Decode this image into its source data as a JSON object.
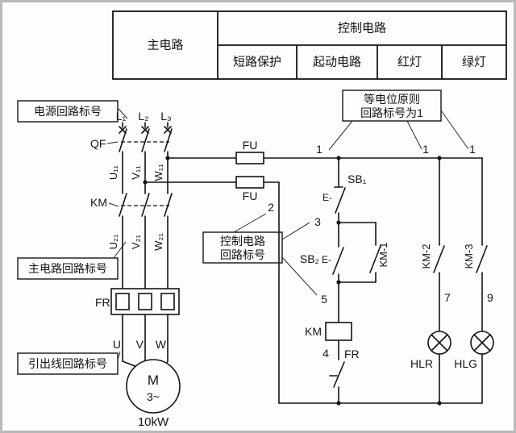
{
  "table": {
    "main_circuit": "主电路",
    "control_circuit": "控制电路",
    "sub_columns": [
      "短路保护",
      "起动电路",
      "红灯",
      "绿灯"
    ]
  },
  "callouts": {
    "power_loop": "电源回路标号",
    "main_loop": "主电路回路标号",
    "leadout_loop": "引出线回路标号",
    "control_loop_line1": "控制电路",
    "control_loop_line2": "回路标号",
    "equi_line1": "等电位原则",
    "equi_line2": "回路标号为1"
  },
  "phases": {
    "l1": "L₁",
    "l2": "L₂",
    "l3": "L₃"
  },
  "components": {
    "qf": "QF",
    "km_main": "KM",
    "fr_main": "FR",
    "fu_top": "FU",
    "fu_bottom": "FU",
    "sb1": "SB₁",
    "sb2": "SB₂",
    "actuator1": "E-",
    "actuator2": "E-",
    "km1": "KM-1",
    "km2": "KM-2",
    "km3": "KM-3",
    "km_coil": "KM",
    "fr_control": "FR",
    "hlr": "HLR",
    "hlg": "HLG",
    "motor_letter": "M",
    "motor_phase": "3~",
    "motor_power": "10kW"
  },
  "wires": {
    "u11": "U₁₁",
    "v11": "V₁₁",
    "w11": "W₁₁",
    "u21": "U₂₁",
    "v21": "V₂₁",
    "w21": "W₂₁",
    "u": "U",
    "v": "V",
    "w": "W",
    "n1a": "1",
    "n1b": "1",
    "n1c": "1",
    "n2": "2",
    "n3": "3",
    "n4": "4",
    "n5": "5",
    "n7": "7",
    "n9": "9"
  }
}
